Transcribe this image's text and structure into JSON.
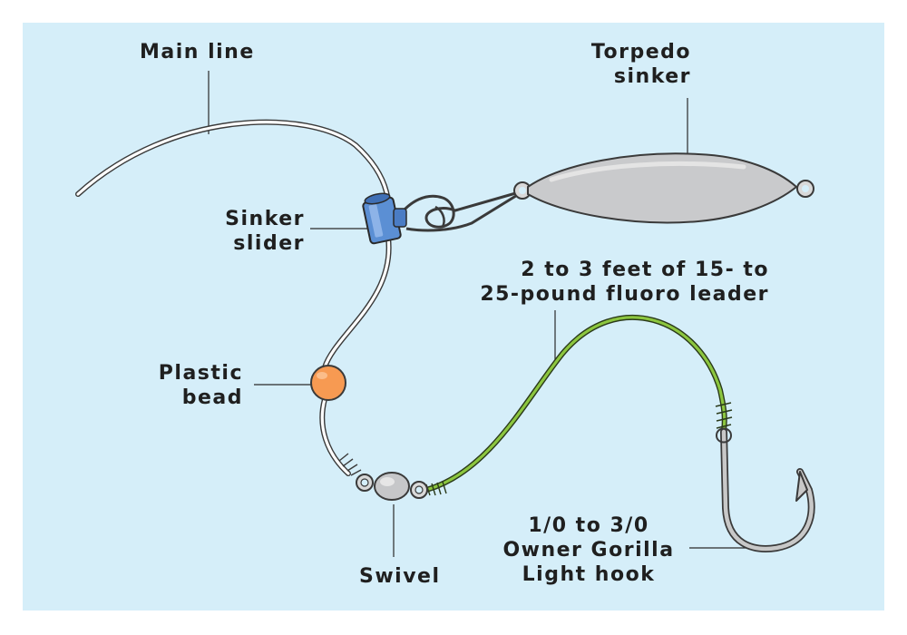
{
  "labels": {
    "main_line": "Main line",
    "torpedo_sinker": [
      "Torpedo",
      "sinker"
    ],
    "sinker_slider": [
      "Sinker",
      "slider"
    ],
    "leader": [
      "2 to 3 feet of 15- to",
      "25-pound fluoro leader"
    ],
    "plastic_bead": [
      "Plastic",
      "bead"
    ],
    "swivel": "Swivel",
    "hook": [
      "1/0 to 3/0",
      "Owner Gorilla",
      "Light hook"
    ]
  },
  "colors": {
    "background": "#d5eef9",
    "main_line": "#ffffff",
    "leader": "#8cc63f",
    "sinker": "#c9cacc",
    "slider": "#5b8fd4",
    "bead": "#f79a52",
    "hook": "#bdbdbd",
    "text": "#1f1f1f"
  }
}
